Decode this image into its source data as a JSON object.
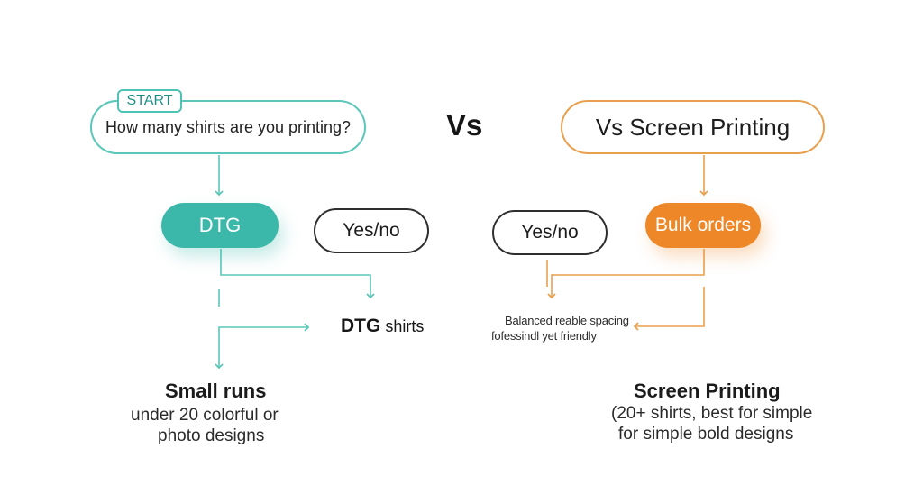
{
  "flow": {
    "start_tag": "START",
    "start_question": "How many shirts are you printing?",
    "vs_label": "Vs",
    "right_title": "Vs Screen Printing"
  },
  "left_branch": {
    "dtg_label": "DTG",
    "yes_no_label": "Yes/no",
    "dtg_shirts_bold": "DTG",
    "dtg_shirts_rest": " shirts",
    "small_runs_title": "Small runs",
    "small_runs_line_1": "under 20 colorful or",
    "small_runs_line_2": "photo designs"
  },
  "right_branch": {
    "yes_no_label": "Yes/no",
    "bulk_label": "Bulk orders",
    "note_line_1": "Balanced reable spacing",
    "note_line_2": "fofessindl yet friendly",
    "screen_title": "Screen Printing",
    "screen_line_1": "(20+ shirts, best for simple",
    "screen_line_2": "for simple bold designs"
  },
  "colors": {
    "teal": "#3bb8aa",
    "teal_line": "#5cc7b9",
    "orange": "#ee8727",
    "orange_line": "#e9a04e"
  }
}
